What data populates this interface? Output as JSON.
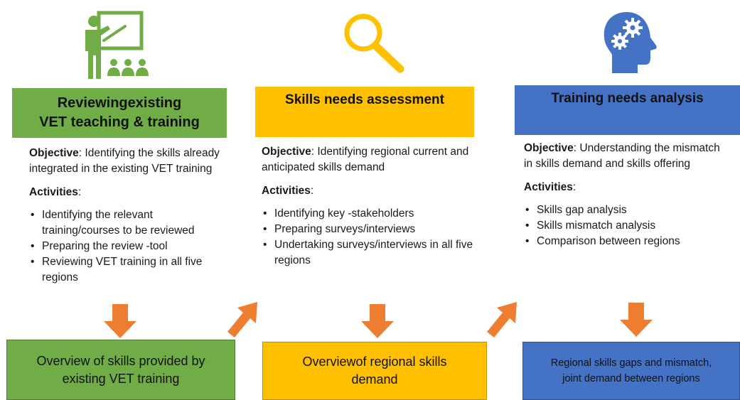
{
  "columns": [
    {
      "icon": "teacher-presentation-icon",
      "title_line1": "Reviewingexisting",
      "title_line2": "VET teaching & training",
      "objective_label": "Objective",
      "objective_text": ": Identifying the skills already integrated in the existing VET training",
      "activities_label": "Activities",
      "activities_suffix": ":",
      "activities": [
        "Identifying the relevant training/courses to be reviewed",
        "Preparing the review -tool",
        "Reviewing VET training in all five regions"
      ],
      "output": "Overview of skills provided by existing VET training",
      "color": "#70ad47"
    },
    {
      "icon": "magnifier-icon",
      "title_line1": "Skills needs assessment",
      "objective_label": "Objective",
      "objective_text": ": Identifying regional current and anticipated skills demand",
      "activities_label": "Activities",
      "activities_suffix": ":",
      "activities": [
        "Identifying key -stakeholders",
        "Preparing surveys/interviews",
        "Undertaking surveys/interviews in all five regions"
      ],
      "output": "Overviewof regional skills demand",
      "color": "#ffc000"
    },
    {
      "icon": "head-gears-icon",
      "title_line1": "Training needs analysis",
      "objective_label": "Objective",
      "objective_text": ": Understanding the mismatch in skills demand and skills offering",
      "activities_label": "Activities",
      "activities_suffix": ":",
      "activities": [
        "Skills gap analysis",
        "Skills mismatch analysis",
        "Comparison between regions"
      ],
      "output_line1": "Regional skills gaps and mismatch,",
      "output_line2": "joint demand between regions",
      "color": "#4472c4"
    }
  ],
  "arrow_color": "#ed7d31"
}
